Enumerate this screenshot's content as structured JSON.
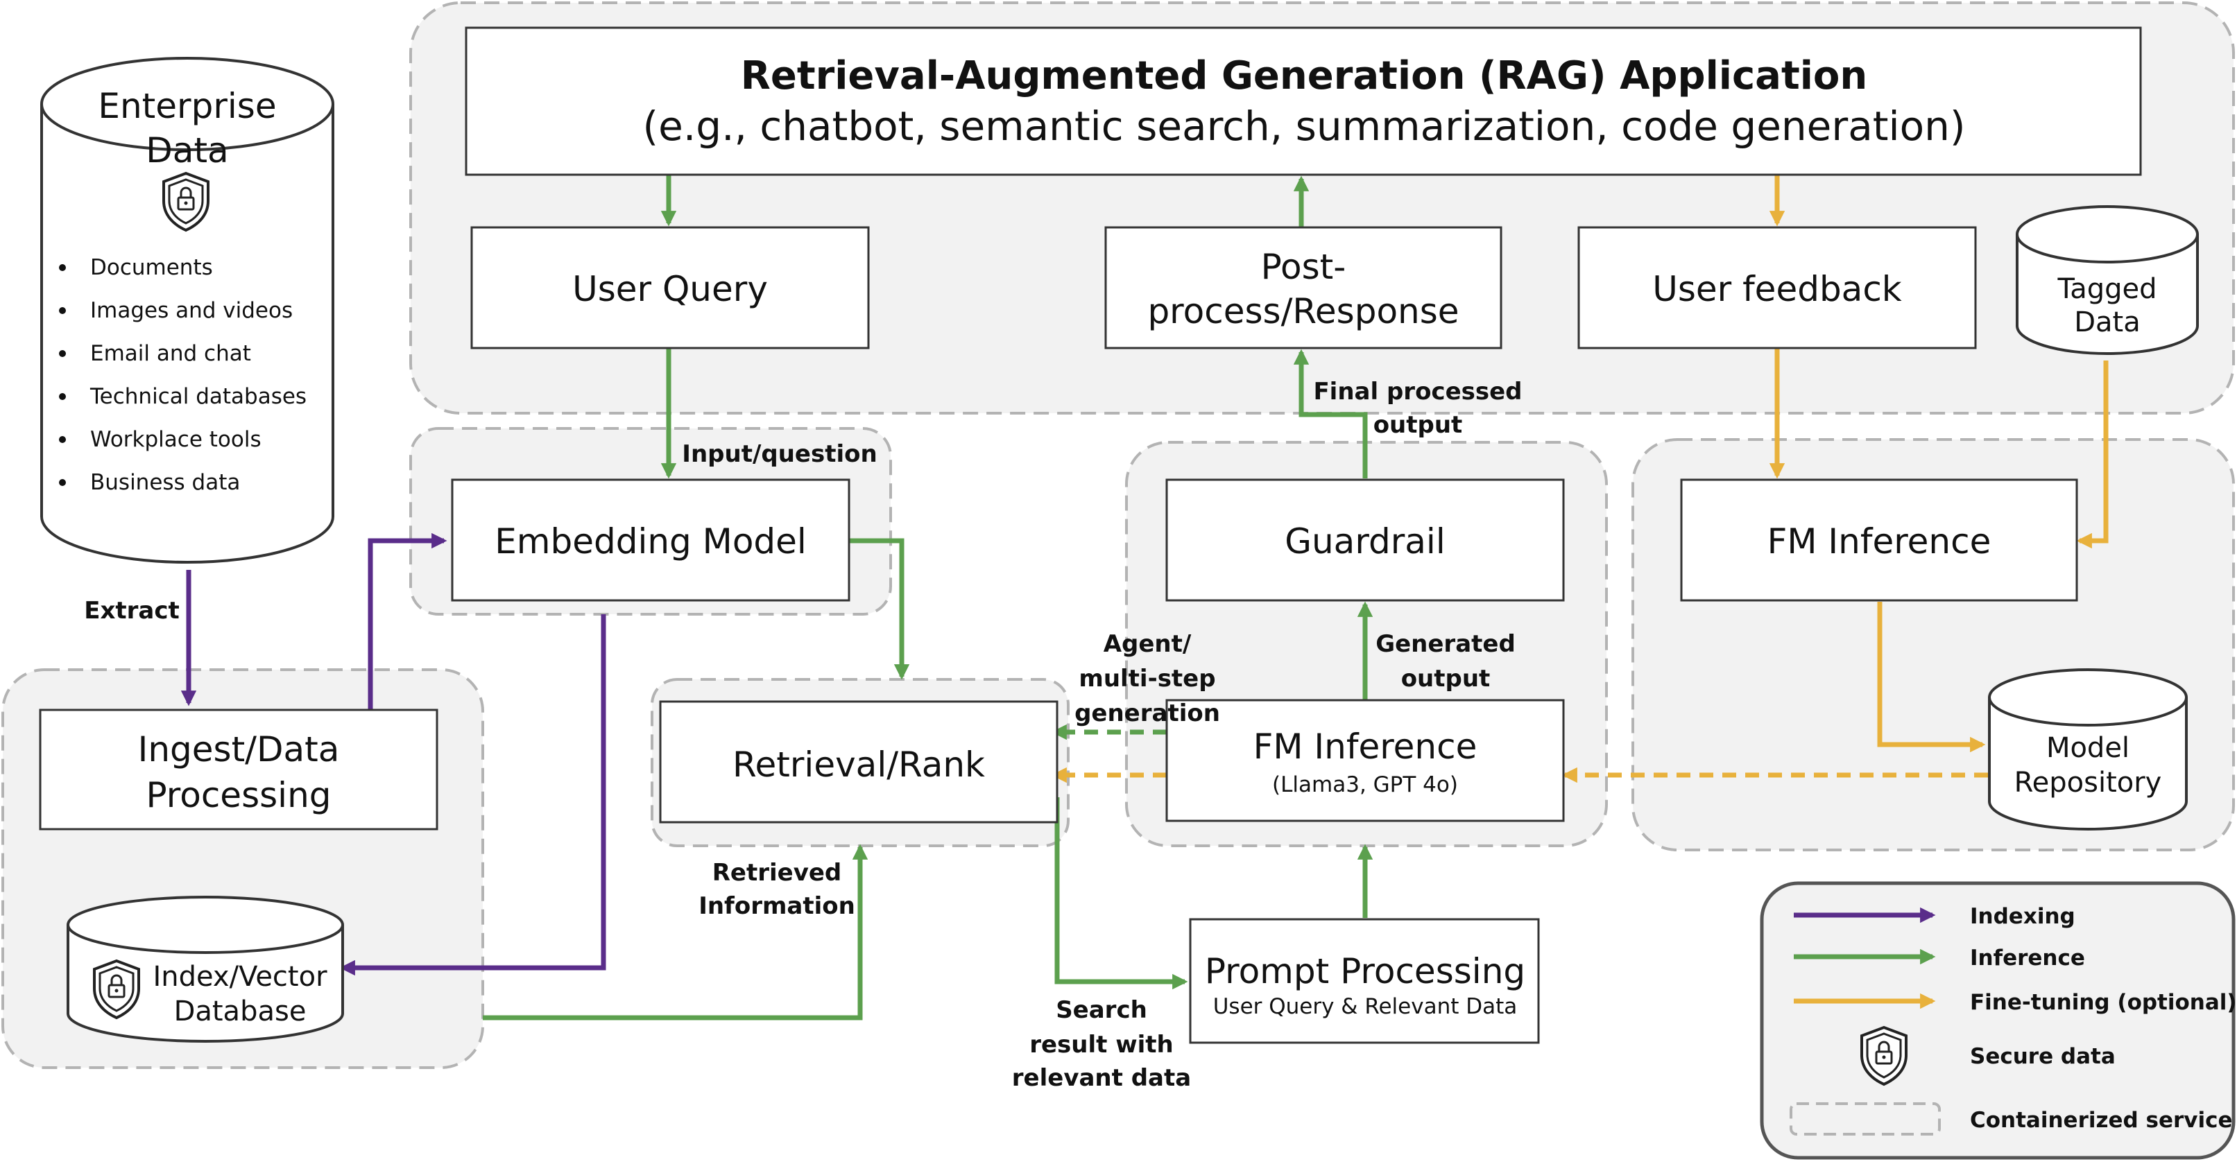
{
  "app": {
    "title": "Retrieval-Augmented Generation (RAG) Application",
    "subtitle": "(e.g., chatbot, semantic search, summarization, code generation)"
  },
  "enterprise": {
    "title_line1": "Enterprise",
    "title_line2": "Data",
    "items": [
      "Documents",
      "Images and videos",
      "Email and chat",
      "Technical databases",
      "Workplace tools",
      "Business data"
    ]
  },
  "nodes": {
    "user_query": "User Query",
    "post_process_line1": "Post-",
    "post_process_line2": "process/Response",
    "user_feedback": "User feedback",
    "tagged_data_line1": "Tagged",
    "tagged_data_line2": "Data",
    "embedding_model": "Embedding Model",
    "guardrail": "Guardrail",
    "fm_inference_ft": "FM Inference",
    "ingest_line1": "Ingest/Data",
    "ingest_line2": "Processing",
    "retrieval_rank": "Retrieval/Rank",
    "fm_inference": "FM Inference",
    "fm_inference_models": "(Llama3, GPT 4o)",
    "model_repo_line1": "Model",
    "model_repo_line2": "Repository",
    "index_db_line1": "Index/Vector",
    "index_db_line2": "Database",
    "prompt_processing": "Prompt Processing",
    "prompt_processing_sub": "User Query & Relevant Data"
  },
  "edge_labels": {
    "extract": "Extract",
    "input_question": "Input/question",
    "final_output_line1": "Final processed",
    "final_output_line2": "output",
    "agent_line1": "Agent/",
    "agent_line2": "multi-step",
    "agent_line3": "generation",
    "generated_line1": "Generated",
    "generated_line2": "output",
    "retrieved_line1": "Retrieved",
    "retrieved_line2": "Information",
    "search_line1": "Search",
    "search_line2": "result with",
    "search_line3": "relevant data"
  },
  "legend": {
    "indexing": "Indexing",
    "inference": "Inference",
    "fine_tuning": "Fine-tuning (optional)",
    "secure_data": "Secure data",
    "containerized": "Containerized service"
  },
  "colors": {
    "indexing": "#5a2d8a",
    "inference": "#5ca04e",
    "fine_tuning": "#e8b13c",
    "container_fill": "#f2f2f2",
    "container_stroke": "#b3b3b3"
  },
  "icons": [
    "shield-lock-icon"
  ]
}
